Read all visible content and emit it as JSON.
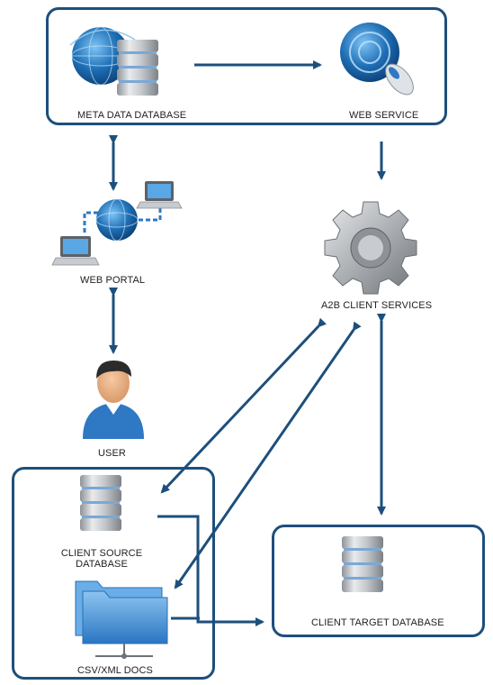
{
  "labels": {
    "meta_data_database": "META DATA DATABASE",
    "web_service": "WEB SERVICE",
    "web_portal": "WEB PORTAL",
    "a2b_client_services": "A2B CLIENT SERVICES",
    "user": "USER",
    "client_source_database_line1": "CLIENT SOURCE",
    "client_source_database_line2": "DATABASE",
    "csv_xml_docs": "CSV/XML DOCS",
    "client_target_database": "CLIENT TARGET DATABASE"
  },
  "colors": {
    "box_border": "#1d4f7c",
    "arrow": "#1d4f7c",
    "globe": "#1f6fb5",
    "db_silver": "#c9ccd0",
    "db_blue_band": "#7aa8d6",
    "user_shirt": "#2f78c4",
    "gear": "#a9adb2",
    "folder": "#3f8fd8"
  },
  "icons": [
    "globe-icon",
    "database-icon",
    "web-service-globe-mouse-icon",
    "laptop-icon",
    "gear-icon",
    "user-icon",
    "folder-icon"
  ]
}
